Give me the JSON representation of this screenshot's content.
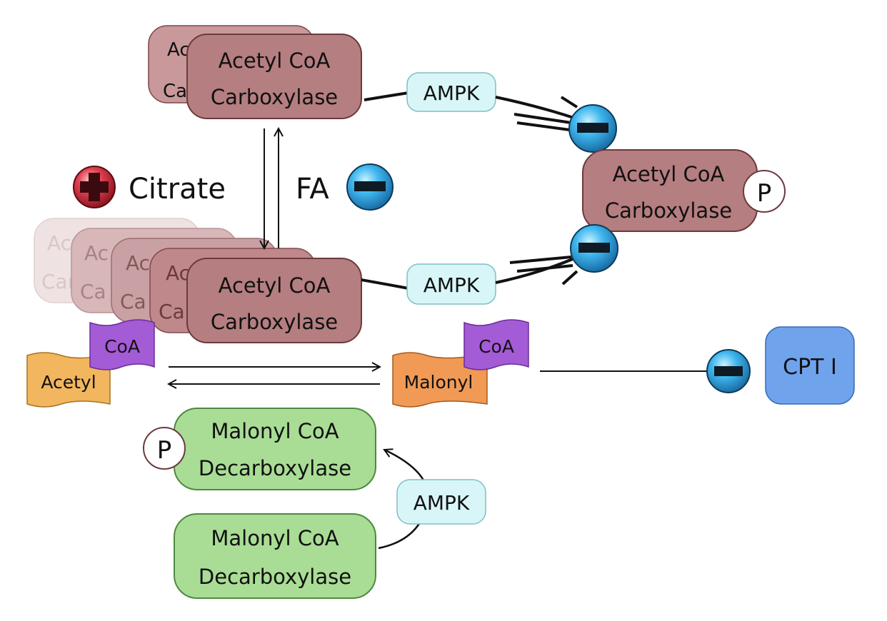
{
  "labels": {
    "acc": [
      "Acetyl CoA",
      "Carboxylase"
    ],
    "acc_phospho": [
      "Acetyl CoA",
      "Carboxylase"
    ],
    "ampk": "AMPK",
    "phospho": "P",
    "citrate": "Citrate",
    "fa": "FA",
    "coa": "CoA",
    "acetyl": "Acetyl",
    "malonyl": "Malonyl",
    "cpt": "CPT I",
    "mcd": [
      "Malonyl CoA",
      "Decarboxylase"
    ],
    "ghost_fragments": [
      "Ac",
      "Ca",
      "Acetyl CoA",
      "Carboxylase"
    ]
  },
  "colors": {
    "acc_fill": "#b57e80",
    "acc_stroke": "#6b3a3c",
    "ampk_fill": "#d8f6f8",
    "ampk_stroke": "#7fbfc4",
    "coa_fill": "#a45bd6",
    "acetyl_fill": "#f2b65e",
    "malonyl_fill": "#f09a55",
    "cpt_fill": "#6fa3ec",
    "mcd_fill": "#a9dd95",
    "mcd_stroke": "#4d8a3e",
    "inhibit_fill": "#3fb0e8",
    "activate_fill": "#d93b4a",
    "line": "#111111"
  }
}
